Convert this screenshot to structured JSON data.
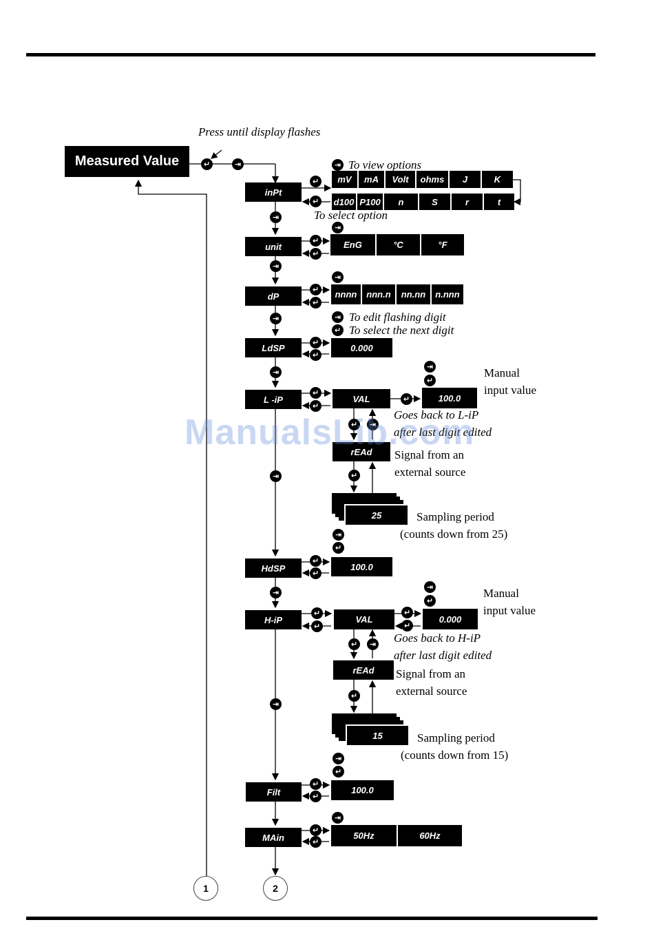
{
  "start_block": "Measured Value",
  "annotations": {
    "press_until": "Press until display flashes",
    "view_options": "To view options",
    "select_option": "To select option",
    "edit_digit": "To edit flashing digit",
    "next_digit": "To select the next digit",
    "back_liP": "Goes back to L-iP",
    "back_liP_2": "after last digit edited",
    "back_hiP": "Goes back to H-iP",
    "back_hiP_2": "after last digit edited"
  },
  "notes": {
    "manual_1": "Manual",
    "manual_2": "input value",
    "signal_1": "Signal from an",
    "signal_2": "external source",
    "sampling_1": "Sampling period",
    "sampling_25": "(counts down from 25)",
    "sampling_15": "(counts down from 15)"
  },
  "menu": {
    "inPt": "inPt",
    "unit": "unit",
    "dP": "dP",
    "LdSP": "LdSP",
    "L_iP": "L -iP",
    "HdSP": "HdSP",
    "H_iP": "H-iP",
    "Filt": "Filt",
    "MAin": "MAin"
  },
  "options": {
    "inPt_row1": [
      "mV",
      "mA",
      "Volt",
      "ohms",
      "J",
      "K"
    ],
    "inPt_row2": [
      "d100",
      "P100",
      "n",
      "S",
      "r",
      "t"
    ],
    "unit": [
      "EnG",
      "°C",
      "°F"
    ],
    "dP": [
      "nnnn",
      "nnn.n",
      "nn.nn",
      "n.nnn"
    ],
    "MAin": [
      "50Hz",
      "60Hz"
    ]
  },
  "values": {
    "LdSP": "0.000",
    "L_VAL": "VAL",
    "L_manual": "100.0",
    "L_read": "rEAd",
    "L_count": "25",
    "HdSP": "100.0",
    "H_VAL": "VAL",
    "H_manual": "0.000",
    "H_read": "rEAd",
    "H_count": "15",
    "Filt": "100.0"
  },
  "connectors": {
    "c1": "1",
    "c2": "2"
  },
  "icons": {
    "enter": "↵",
    "scroll": "⇥"
  },
  "watermark": "ManualsLib.com"
}
